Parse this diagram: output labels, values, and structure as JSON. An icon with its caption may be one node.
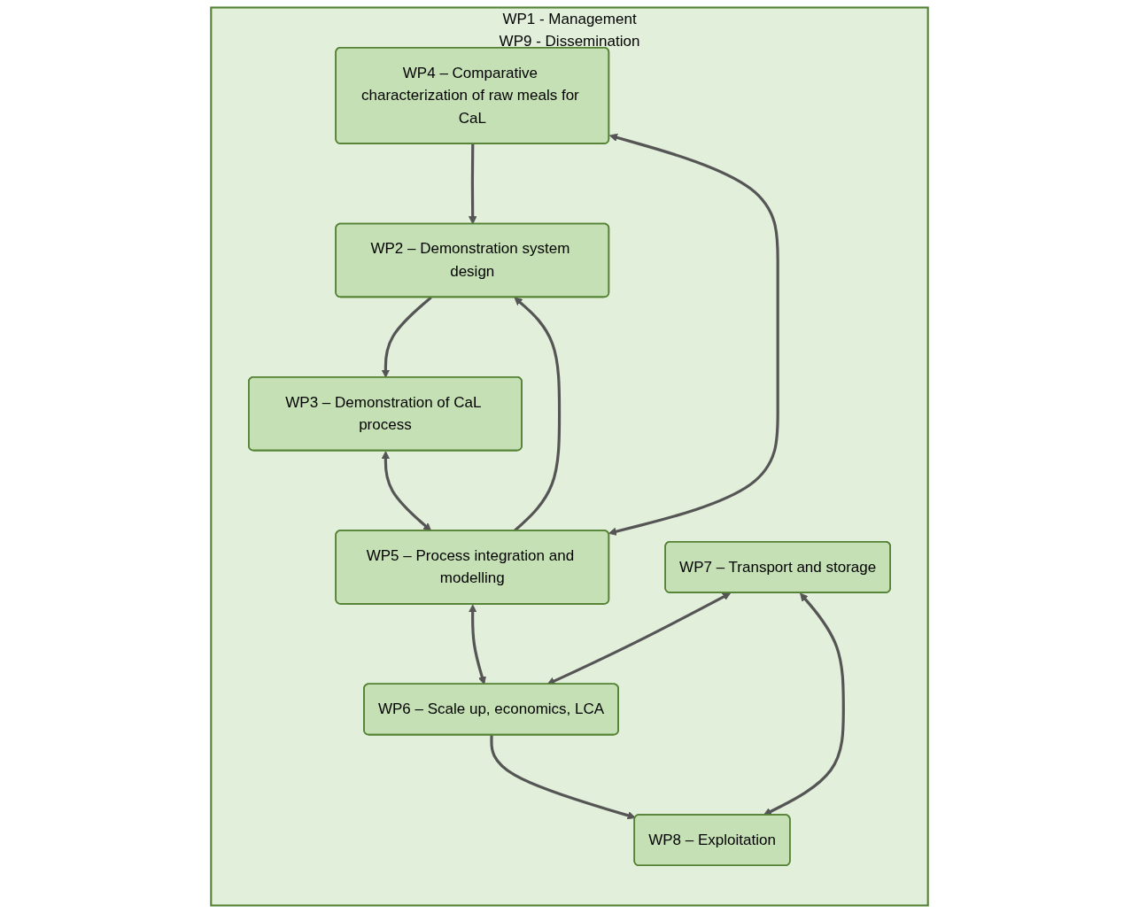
{
  "diagram": {
    "nodes": [
      {
        "text": [
          "WP1 - Management",
          "WP9 - Dissemination"
        ]
      },
      {
        "text": [
          "WP2 – Demonstration system design"
        ],
        "in": 0
      },
      {
        "text": [
          "WP3 – Demonstration of CaL process"
        ],
        "in": 0
      },
      {
        "text": [
          "WP4 – Comparative characterization of raw meals for CaL"
        ],
        "in": 0
      },
      {
        "text": [
          "WP5 – Process integration and modelling"
        ],
        "in": 0
      },
      {
        "text": [
          "WP7 – Transport and storage"
        ],
        "in": 0
      },
      {
        "text": [
          "WP6 – Scale up, economics, LCA"
        ],
        "in": 0
      },
      {
        "text": [
          "WP8 – Exploitation"
        ],
        "in": 0
      }
    ],
    "edges": [
      {
        "from": 1,
        "to": 2,
        "arrow": "to"
      },
      {
        "from": 3,
        "to": 1,
        "arrow": "to"
      },
      {
        "from": 4,
        "to": 1,
        "arrow": "to"
      },
      {
        "from": 2,
        "to": 4,
        "arrow": "both"
      },
      {
        "from": 3,
        "to": 4,
        "arrow": "both"
      },
      {
        "from": 4,
        "to": 6,
        "arrow": "both"
      },
      {
        "from": 5,
        "to": 6,
        "arrow": "both"
      },
      {
        "from": 6,
        "to": 7,
        "arrow": "to"
      },
      {
        "from": 5,
        "to": 7,
        "arrow": "both"
      }
    ]
  }
}
